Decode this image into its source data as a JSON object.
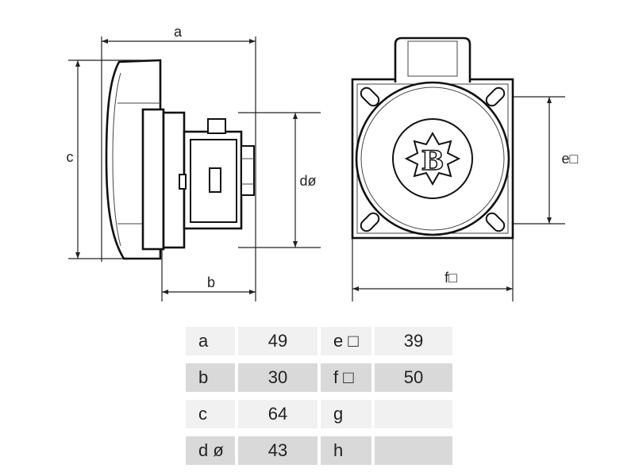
{
  "dimension_labels": {
    "a": "a",
    "b": "b",
    "c": "c",
    "d": "dø",
    "e": "e□",
    "f": "f□"
  },
  "table": {
    "rows": [
      {
        "param1": "a",
        "value1": "49",
        "param2": "e □",
        "value2": "39"
      },
      {
        "param1": "b",
        "value1": "30",
        "param2": "f □",
        "value2": "50"
      },
      {
        "param1": "c",
        "value1": "64",
        "param2": "g",
        "value2": ""
      },
      {
        "param1": "d ø",
        "value1": "43",
        "param2": "h",
        "value2": ""
      }
    ]
  }
}
